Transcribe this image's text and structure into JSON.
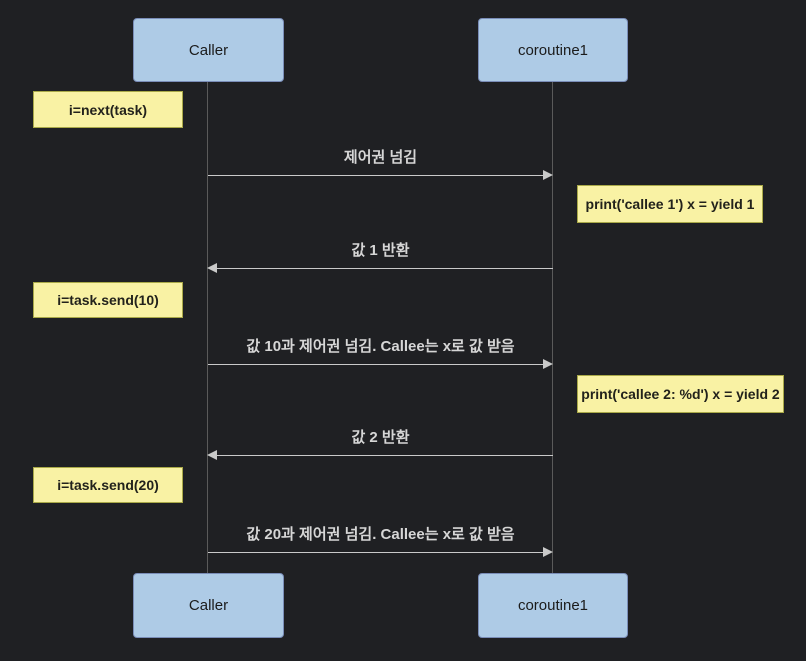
{
  "colors": {
    "bg": "#1f2023",
    "actor-fill": "#aecbe6",
    "actor-border": "#7a8db8",
    "note-fill": "#f9f2a4",
    "note-border": "#a9a948",
    "line": "#c9c9c9",
    "lifeline": "#5a5a5a",
    "msg-text": "#d6d6d6"
  },
  "diagram_type": "sequence",
  "actors": [
    {
      "id": "caller",
      "label": "Caller"
    },
    {
      "id": "coroutine1",
      "label": "coroutine1"
    }
  ],
  "notes": [
    {
      "side": "left",
      "text": "i=next(task)"
    },
    {
      "side": "right",
      "text": "print('callee 1') x = yield 1"
    },
    {
      "side": "left",
      "text": "i=task.send(10)"
    },
    {
      "side": "right",
      "text": "print('callee 2: %d') x = yield 2"
    },
    {
      "side": "left",
      "text": "i=task.send(20)"
    }
  ],
  "messages": [
    {
      "from": "Caller",
      "to": "coroutine1",
      "direction": "right",
      "label": "제어권 넘김"
    },
    {
      "from": "coroutine1",
      "to": "Caller",
      "direction": "left",
      "label": "값 1 반환"
    },
    {
      "from": "Caller",
      "to": "coroutine1",
      "direction": "right",
      "label": "값 10과 제어권 넘김. Callee는 x로 값 받음"
    },
    {
      "from": "coroutine1",
      "to": "Caller",
      "direction": "left",
      "label": "값 2 반환"
    },
    {
      "from": "Caller",
      "to": "coroutine1",
      "direction": "right",
      "label": "값 20과 제어권 넘김. Callee는 x로 값 받음"
    }
  ]
}
